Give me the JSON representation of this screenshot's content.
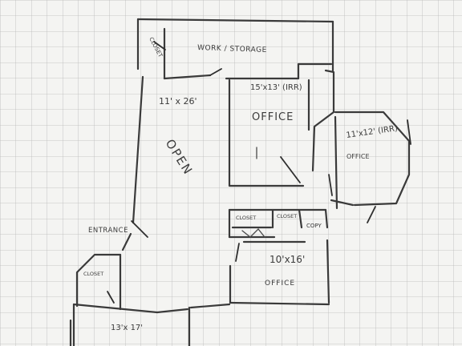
{
  "labels": {
    "work_storage": "WORK / STORAGE",
    "size_open": "11' x 26'",
    "size_office_1": "15'x13' (IRR)",
    "office_1": "OFFICE",
    "size_office_2": "11'x12' (IRR)",
    "office_2": "OFFICE",
    "open": "OPEN",
    "entrance": "ENTRANCE",
    "closet_1": "CLOSET",
    "closet_2": "CLOSET",
    "copy": "COPY",
    "size_office_3": "10'x16'",
    "office_3": "OFFICE",
    "closet_3": "CLOSET",
    "size_room_4": "13'x 17'",
    "corner_label": "CLOSET"
  }
}
